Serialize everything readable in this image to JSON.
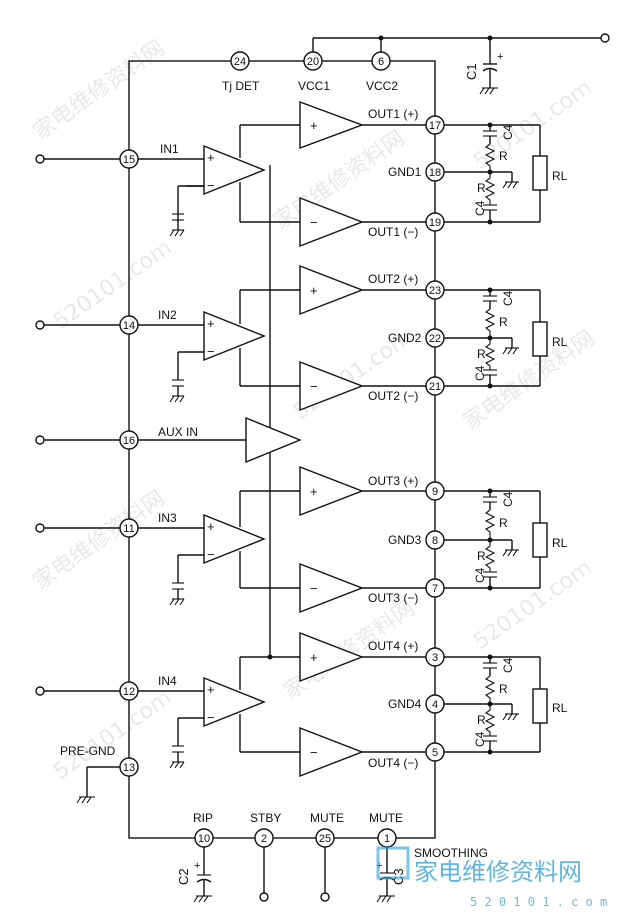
{
  "labels": {
    "tj_det": "Tj DET",
    "vcc1": "VCC1",
    "vcc2": "VCC2",
    "in1": "IN1",
    "in2": "IN2",
    "in3": "IN3",
    "in4": "IN4",
    "aux_in": "AUX IN",
    "pre_gnd": "PRE-GND",
    "rip": "RIP",
    "stby": "STBY",
    "mute_top": "MUTE",
    "mute_right": "MUTE",
    "smoothing": "SMOOTHING",
    "out1p": "OUT1 (+)",
    "out1n": "OUT1 (−)",
    "gnd1": "GND1",
    "out2p": "OUT2 (+)",
    "out2n": "OUT2 (−)",
    "gnd2": "GND2",
    "out3p": "OUT3 (+)",
    "out3n": "OUT3 (−)",
    "gnd3": "GND3",
    "out4p": "OUT4 (+)",
    "out4n": "OUT4 (−)",
    "gnd4": "GND4",
    "c1": "C1",
    "c2": "C2",
    "c3": "C3",
    "c4": "C4",
    "r": "R",
    "rl": "RL",
    "plus": "+",
    "minus": "−"
  },
  "pins": {
    "p24": "24",
    "p20": "20",
    "p6": "6",
    "p15": "15",
    "p14": "14",
    "p16": "16",
    "p11": "11",
    "p12": "12",
    "p13": "13",
    "p17": "17",
    "p18": "18",
    "p19": "19",
    "p23": "23",
    "p22": "22",
    "p21": "21",
    "p9": "9",
    "p8": "8",
    "p7": "7",
    "p3": "3",
    "p4": "4",
    "p5": "5",
    "p10": "10",
    "p2": "2",
    "p25": "25",
    "p1": "1"
  },
  "watermark": {
    "text1": "家电维修资料网",
    "text2": "520101.com",
    "logo_cn": "家电维修资料网",
    "logo_url": "5 2 0 1 0 1 . c o m"
  }
}
